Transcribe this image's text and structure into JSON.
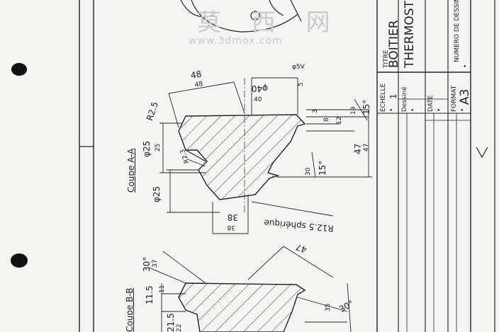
{
  "watermark": {
    "cn": "莫 西 网",
    "url": "www.3dmox.com"
  },
  "title_block": {
    "titre_label": "TITRE",
    "titre_line1": "BOITIER",
    "titre_line2": "THERMOST",
    "echelle_label": "ECHELLE",
    "echelle_value": "1",
    "dessine_label": "Dessiné",
    "date_label": "DATE",
    "format_label": "FORMAT",
    "format_value": "A3",
    "numero_label": "NUMERO DE DESSIN",
    "bullet": "•"
  },
  "sections": {
    "aa_label": "Coupe A-A",
    "bb_label": "Coupe B-B"
  },
  "dimensions": {
    "d48": "48",
    "d48_tol": "48",
    "r25": "R2.5",
    "d25a": "φ25",
    "d25a_tol": "25",
    "d25b": "φ25",
    "d38": "38",
    "d38_tol": "38",
    "d47": "47",
    "d47_tol": "47",
    "d15a": "15°",
    "d15b": "15°",
    "d30a": "30",
    "d3": "3",
    "d8": "8",
    "d12": "12",
    "d19": "19",
    "phi5": "φ5V",
    "phi5_tol": "5",
    "phi40": "φ40",
    "phi40_tol": "40",
    "r25_spherique": "R12.5 sphérique",
    "r23": "R2.3",
    "d47_b": "47",
    "d30_b": "30°",
    "d30_c": "30°",
    "d37": "37",
    "d115": "11.5",
    "d11": "11",
    "d215": "21.5",
    "d22": "22",
    "d35": "35"
  }
}
